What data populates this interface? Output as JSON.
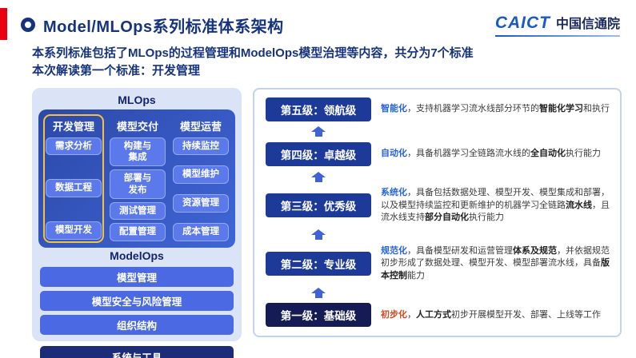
{
  "slide": {
    "title": "Model/MLOps系列标准体系架构",
    "intro_line1": "本系列标准包括了MLOps的过程管理和ModelOps模型治理等内容，共分为7个标准",
    "intro_line2": "本次解读第一个标准：开发管理"
  },
  "logo": {
    "en": "CAICT",
    "cn": "中国信通院"
  },
  "mlops": {
    "title": "MLOps",
    "columns": [
      {
        "header": "开发管理",
        "highlighted": true,
        "items": [
          "需求分析",
          "数据工程",
          "模型开发"
        ]
      },
      {
        "header": "模型交付",
        "highlighted": false,
        "items": [
          "构建与\n集成",
          "部署与\n发布",
          "测试管理",
          "配置管理"
        ]
      },
      {
        "header": "模型运营",
        "highlighted": false,
        "items": [
          "持续监控",
          "模型维护",
          "资源管理",
          "成本管理"
        ]
      }
    ]
  },
  "modelops": {
    "title": "ModelOps",
    "bars": [
      "模型管理",
      "模型安全与风险管理",
      "组织结构"
    ],
    "footer_bar": "系统与工具"
  },
  "maturity": {
    "levels": [
      {
        "name": "第五级：领航级",
        "keyword": "智能化",
        "segs": [
          "，支持机器学习流水线部分环节的",
          "智能化学习",
          "和执行"
        ]
      },
      {
        "name": "第四级：卓越级",
        "keyword": "自动化",
        "segs": [
          "，具备机器学习全链路流水线的",
          "全自动化",
          "执行能力"
        ]
      },
      {
        "name": "第三级：优秀级",
        "keyword": "系统化",
        "segs": [
          "，具备包括数据处理、模型开发、模型集成和部署，以及模型持续监控和更新维护的机器学习全链路",
          "流水线",
          "，且流水线支持",
          "部分自动化",
          "执行能力"
        ]
      },
      {
        "name": "第二级：专业级",
        "keyword": "规范化",
        "segs": [
          "，具备模型研发和运营管理",
          "体系及规范",
          "，并依据规范初步形成了数据处理、模型开发、模型部署流水线，具备",
          "版本控制",
          "能力"
        ]
      },
      {
        "name": "第一级：基础级",
        "keyword": "初步化",
        "segs": [
          "，",
          "人工方式",
          "初步开展模型开发、部署、上线等工作"
        ]
      }
    ]
  },
  "colors": {
    "navy": "#16337e",
    "accent_red": "#e60012",
    "logo_blue": "#1759c8",
    "panel_bg": "#dbe4f7",
    "box_grad_a": "#2c49a9",
    "box_grad_b": "#3f65d6",
    "gold": "#f6c23c",
    "item_blue": "#5b79ea",
    "bar_blue": "#4a69e2",
    "bar_dark": "#1c2c77",
    "pill_blue": "#1d3a99",
    "pill_dark": "#141b55",
    "arrow_blue": "#3f63d4",
    "keyword_blue": "#2563e0",
    "keyword_warm": "#d4491f"
  }
}
